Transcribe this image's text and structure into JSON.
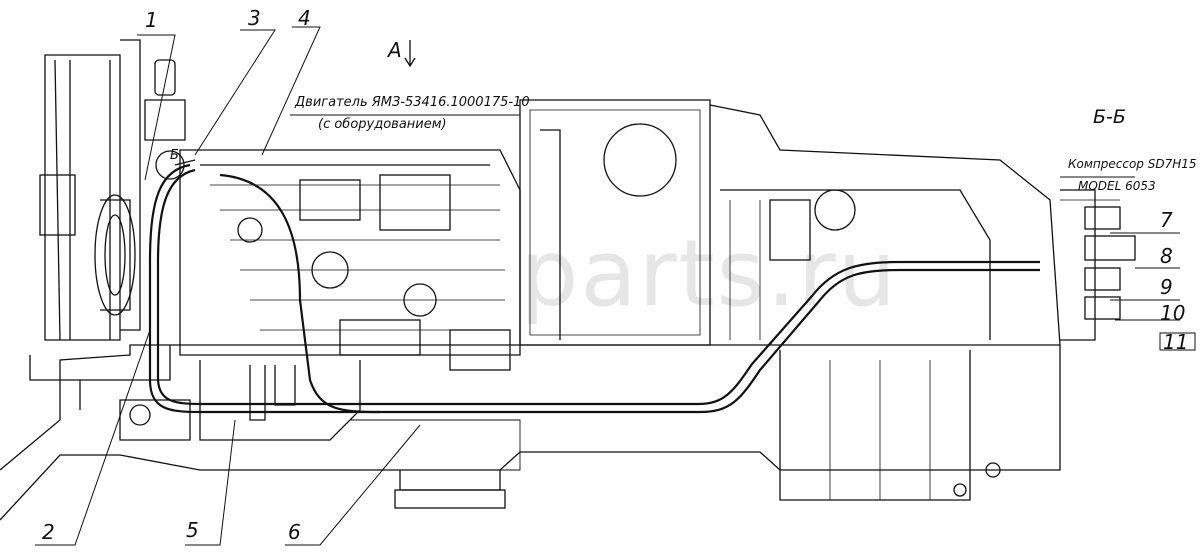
{
  "callouts": {
    "n1": "1",
    "n2": "2",
    "n3": "3",
    "n4": "4",
    "n5": "5",
    "n6": "6",
    "n7": "7",
    "n8": "8",
    "n9": "9",
    "n10": "10",
    "n11": "11"
  },
  "view_label": "А",
  "engine_label": {
    "line1": "Двигатель ЯМЗ-53416.1000175-10",
    "line2": "(с оборудованием)"
  },
  "section_label": "Б-Б",
  "section_marker": "Б",
  "compressor_label": {
    "line1": "Компрессор SD7H15",
    "line2": "MODEL 6053"
  },
  "watermark": "parts.ru"
}
